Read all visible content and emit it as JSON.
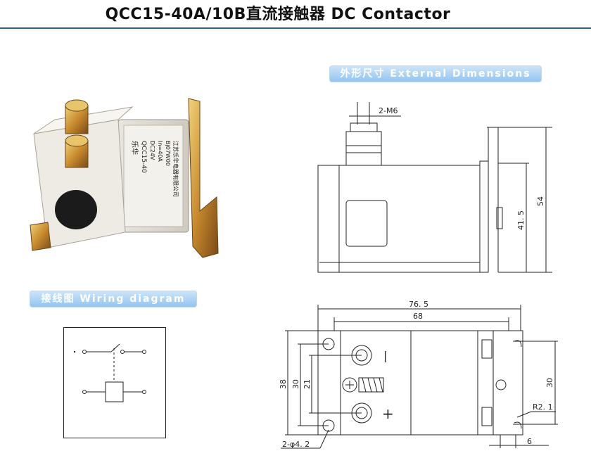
{
  "header": {
    "title": "QCC15-40A/10B直流接触器 DC Contactor"
  },
  "sections": {
    "external_dimensions": "外形尺寸 External Dimensions",
    "wiring_diagram": "接线图 Wiring diagram"
  },
  "product_label": {
    "brand": "乐华",
    "model": "QCC15-40",
    "line1": "DC24V",
    "line2": "In=40A",
    "line3": "Bj07W00",
    "maker": "江苏乐华电器有限公司"
  },
  "side_view": {
    "thread": "2-M6",
    "dim_height_total": "54",
    "dim_height_body": "41. 5"
  },
  "top_view": {
    "dim_length_total": "76. 5",
    "dim_length_body": "68",
    "dim_width_total": "38",
    "dim_width_mount": "30",
    "dim_width_inner": "21",
    "dim_right_height": "30",
    "dim_radius": "R2. 1",
    "dim_slot": "6",
    "dim_holes": "2-φ4. 2",
    "terminal_top_mark": "|",
    "terminal_bottom_mark": "+"
  }
}
